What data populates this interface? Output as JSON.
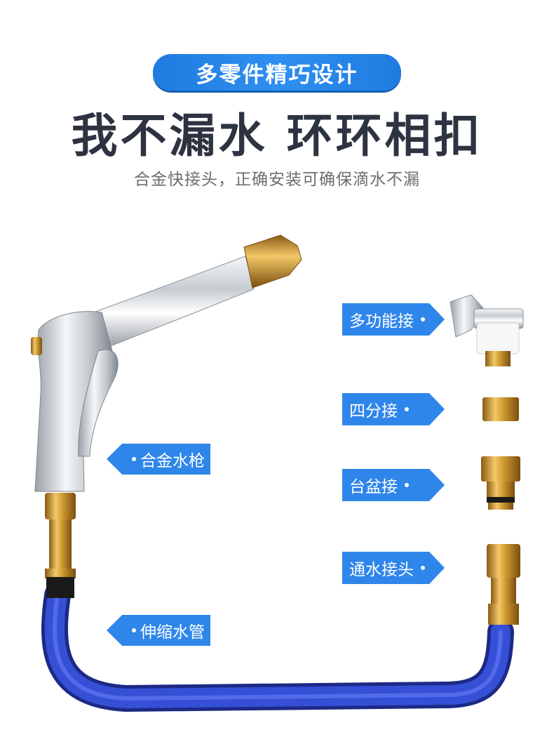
{
  "header": {
    "pill_text": "多零件精巧设计",
    "headline": "我不漏水 环环相扣",
    "subline": "合金快接头，正确安装可确保滴水不漏"
  },
  "labels": {
    "multi_connector": "多功能接",
    "quarter_connector": "四分接",
    "basin_connector": "台盆接",
    "water_connector": "通水接头",
    "alloy_gun": "合金水枪",
    "hose": "伸缩水管"
  },
  "colors": {
    "accent": "#2f86ea",
    "brass": "#c9952e",
    "hose_blue": "#2a3fb8",
    "headline": "#2d3340"
  }
}
